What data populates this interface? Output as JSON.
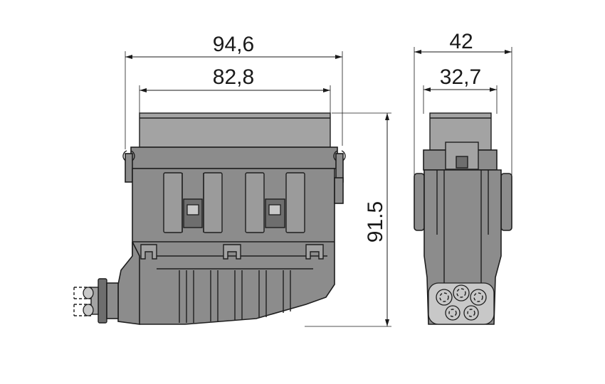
{
  "dimensions": {
    "front_overall_width": "94,6",
    "front_inner_width": "82,8",
    "height": "91.5",
    "side_overall_width": "42",
    "side_inner_width": "32,7"
  },
  "colors": {
    "housing": "#8c8c8c",
    "outline": "#1e1e1e",
    "background": "#ffffff"
  }
}
